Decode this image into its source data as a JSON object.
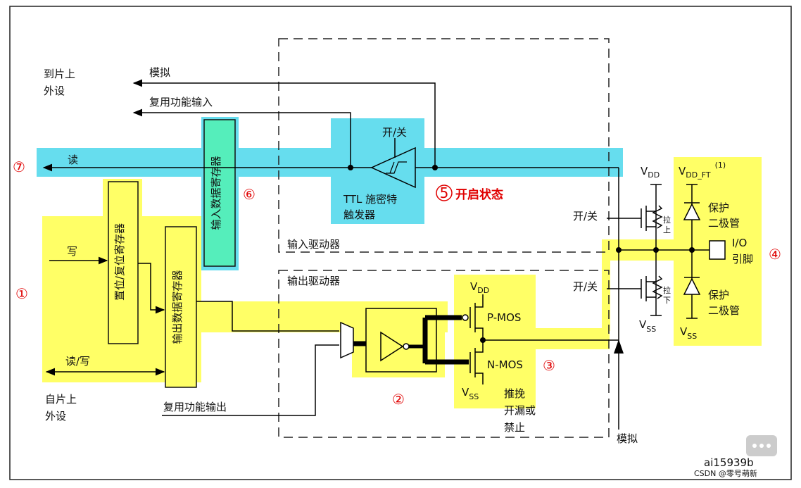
{
  "colors": {
    "yellow": "#ffff66",
    "cyan": "#66ddee",
    "teal": "#55eebb",
    "red": "#e00000"
  },
  "labels": {
    "to_onchip_periph": [
      "到片上",
      "外设"
    ],
    "from_onchip_periph": [
      "自片上",
      "外设"
    ],
    "analog_in": "模拟",
    "af_input": "复用功能输入",
    "read": "读",
    "write": "写",
    "read_write": "读/写",
    "af_output": "复用功能输出",
    "on_off_top": "开/关",
    "ttl_schmitt": [
      "TTL 施密特",
      "触发器"
    ],
    "on_state": "开启状态",
    "input_driver": "输入驱动器",
    "output_driver": "输出驱动器",
    "input_data_reg": "输入数据寄存器",
    "bsrr_reg": "置位/复位寄存器",
    "output_data_reg": "输出数据寄存器",
    "vdd_main": "V",
    "vdd_sub": "DD",
    "vddft_main": "V",
    "vddft_sub": "DD_FT",
    "vddft_note": "(1)",
    "on_off_pu": "开/关",
    "on_off_pd": "开/关",
    "pull_up": [
      "拉",
      "上"
    ],
    "pull_down": [
      "拉",
      "下"
    ],
    "protect_diode_top": [
      "保护",
      "二极管"
    ],
    "protect_diode_bot": [
      "保护",
      "二极管"
    ],
    "io_pin": [
      "I/O",
      "引脚"
    ],
    "vss_main": "V",
    "vss_sub": "SS",
    "pmos": "P-MOS",
    "nmos": "N-MOS",
    "vdd_out_main": "V",
    "vdd_out_sub": "DD",
    "vss_out_main": "V",
    "vss_out_sub": "SS",
    "vss_right_main": "V",
    "vss_right_sub": "SS",
    "push_pull": [
      "推挽",
      "开漏或",
      "禁止"
    ],
    "analog_out": "模拟",
    "figure_id": "ai15939b",
    "watermark": "CSDN @零号萌新"
  },
  "callouts": [
    "①",
    "②",
    "③",
    "④",
    "5",
    "⑥",
    "⑦"
  ]
}
